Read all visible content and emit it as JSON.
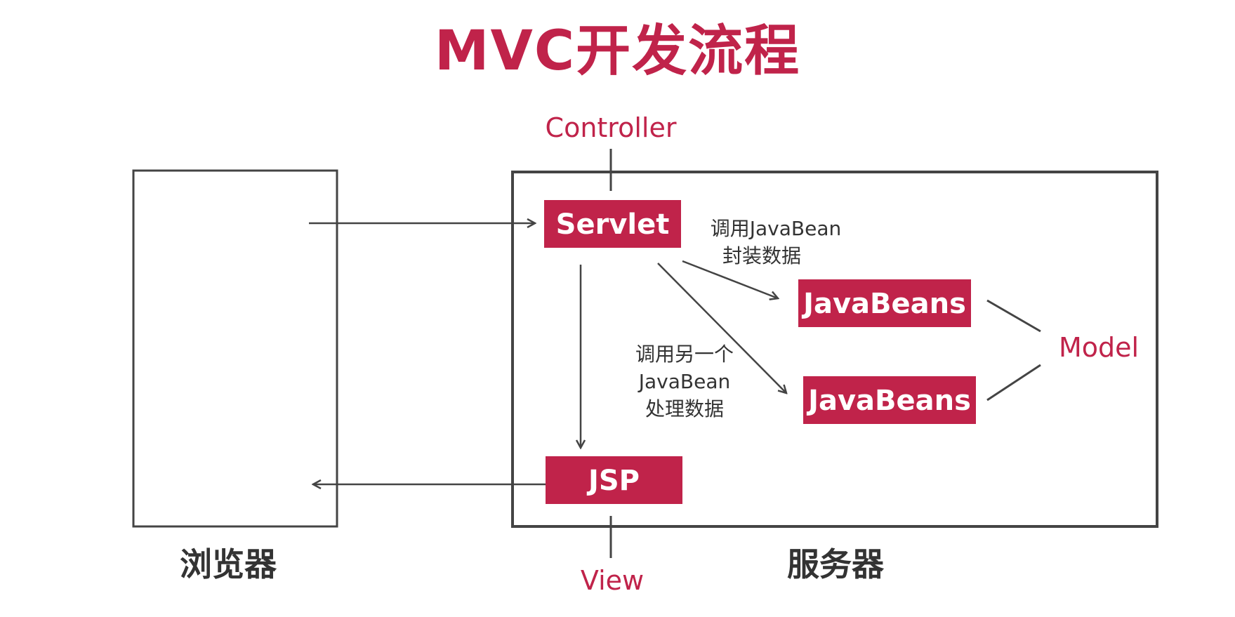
{
  "title": "MVC开发流程",
  "labels": {
    "controller": "Controller",
    "view": "View",
    "model": "Model",
    "browser": "浏览器",
    "server": "服务器"
  },
  "nodes": {
    "servlet": "Servlet",
    "jsp": "JSP",
    "javabeans_1": "JavaBeans",
    "javabeans_2": "JavaBeans"
  },
  "annotations": {
    "call_javabean_line1": "调用JavaBean",
    "call_javabean_line2": "封装数据",
    "call_other_line1": "调用另一个",
    "call_other_line2": "JavaBean",
    "call_other_line3": "处理数据"
  },
  "colors": {
    "accent": "#c0234a",
    "line": "#444444",
    "text": "#333333"
  }
}
